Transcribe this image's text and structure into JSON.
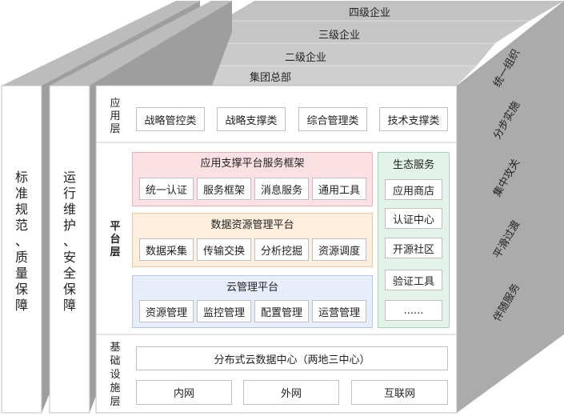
{
  "tiers": {
    "level4": "四级企业",
    "level3": "三级企业",
    "level2": "二级企业",
    "hq": "集团总部"
  },
  "left_panels": {
    "standards": [
      "标",
      "准",
      "规",
      "范",
      "、",
      "质",
      "量",
      "保",
      "障"
    ],
    "operations": [
      "运",
      "行",
      "维",
      "护",
      "、",
      "安",
      "全",
      "保",
      "障"
    ]
  },
  "right_labels": [
    "统一组织",
    "分步实施",
    "集中攻关",
    "平滑过渡",
    "伴随服务"
  ],
  "app_layer": {
    "label": [
      "应",
      "用",
      "层"
    ],
    "items": [
      "战略管控类",
      "战略支撑类",
      "综合管理类",
      "技术支撑类"
    ]
  },
  "platform_layer": {
    "label": [
      "平",
      "台",
      "层"
    ],
    "support": {
      "title": "应用支撑平台服务框架",
      "items": [
        "统一认证",
        "服务框架",
        "消息服务",
        "通用工具"
      ]
    },
    "data": {
      "title": "数据资源管理平台",
      "items": [
        "数据采集",
        "传输交换",
        "分析挖掘",
        "资源调度"
      ]
    },
    "cloud": {
      "title": "云管理平台",
      "items": [
        "资源管理",
        "监控管理",
        "配置管理",
        "运营管理"
      ]
    },
    "eco": {
      "title": "生态服务",
      "items": [
        "应用商店",
        "认证中心",
        "开源社区",
        "验证工具",
        "......"
      ]
    }
  },
  "infra_layer": {
    "label": [
      "基",
      "础",
      "设",
      "施",
      "层"
    ],
    "datacenter": "分布式云数据中心（两地三中心）",
    "networks": [
      "内网",
      "外网",
      "互联网"
    ]
  },
  "colors": {
    "support_fill": "#fbe1e4",
    "data_fill": "#fdeede",
    "cloud_fill": "#e7edfa",
    "eco_fill": "#e3f3ea",
    "panel_border": "#c9c9c9",
    "gray_side": "#a9a9a9",
    "gray_top": "#bdbdbd"
  }
}
